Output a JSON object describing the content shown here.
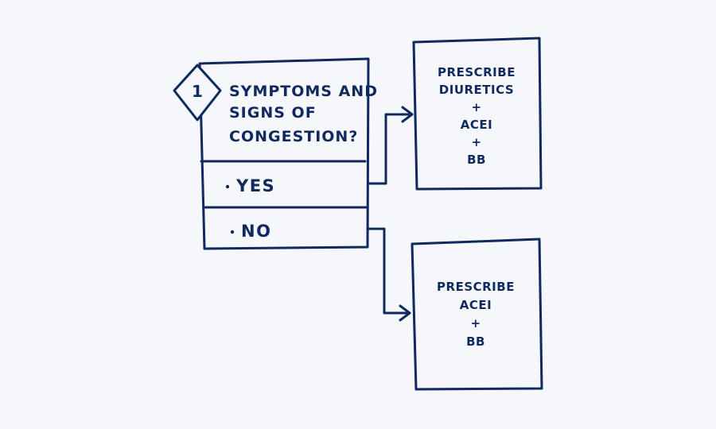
{
  "colors": {
    "background": "#f5f7fa",
    "ink": "#10295e"
  },
  "question": {
    "number": "1",
    "lines": [
      "SYMPTOMS AND",
      "SIGNS OF",
      "CONGESTION?"
    ]
  },
  "options": {
    "yes": {
      "label": "YES"
    },
    "no": {
      "label": "NO"
    }
  },
  "outcomes": {
    "yes": {
      "lines": [
        "PRESCRIBE",
        "DIURETICS",
        "+",
        "ACEI",
        "+",
        "BB"
      ]
    },
    "no": {
      "lines": [
        "PRESCRIBE",
        "ACEI",
        "+",
        "BB"
      ]
    }
  }
}
